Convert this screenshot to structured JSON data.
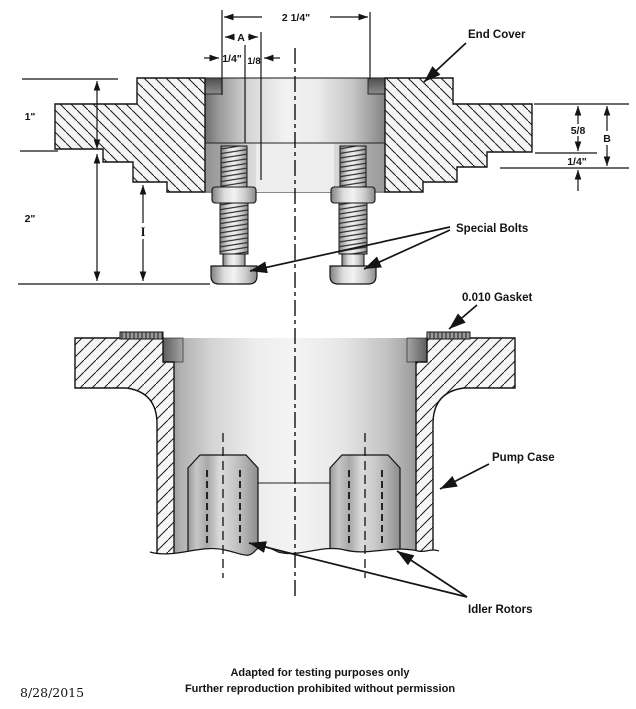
{
  "figure": {
    "type": "pump-section-technical-drawing",
    "labels": {
      "end_cover": "End Cover",
      "special_bolts": "Special Bolts",
      "gasket": "0.010 Gasket",
      "pump_case": "Pump Case",
      "idler_rotors": "Idler Rotors"
    },
    "dims": {
      "top_width": "2 1/4\"",
      "a": "A",
      "quarter_top": "1/4\"",
      "eighth_top": "1/8",
      "one_inch": "1\"",
      "two_inch": "2\"",
      "i": "I",
      "five_eighths": "5/8",
      "b": "B",
      "quarter_right": "1/4\""
    },
    "footer": {
      "line1": "Adapted for testing purposes only",
      "line2": "Further reproduction prohibited without permission",
      "date": "8/28/2015"
    },
    "colors": {
      "line": "#141414",
      "hatch_bg": "#f5f5f5",
      "gasket_fill": "#8a8a8a"
    }
  }
}
